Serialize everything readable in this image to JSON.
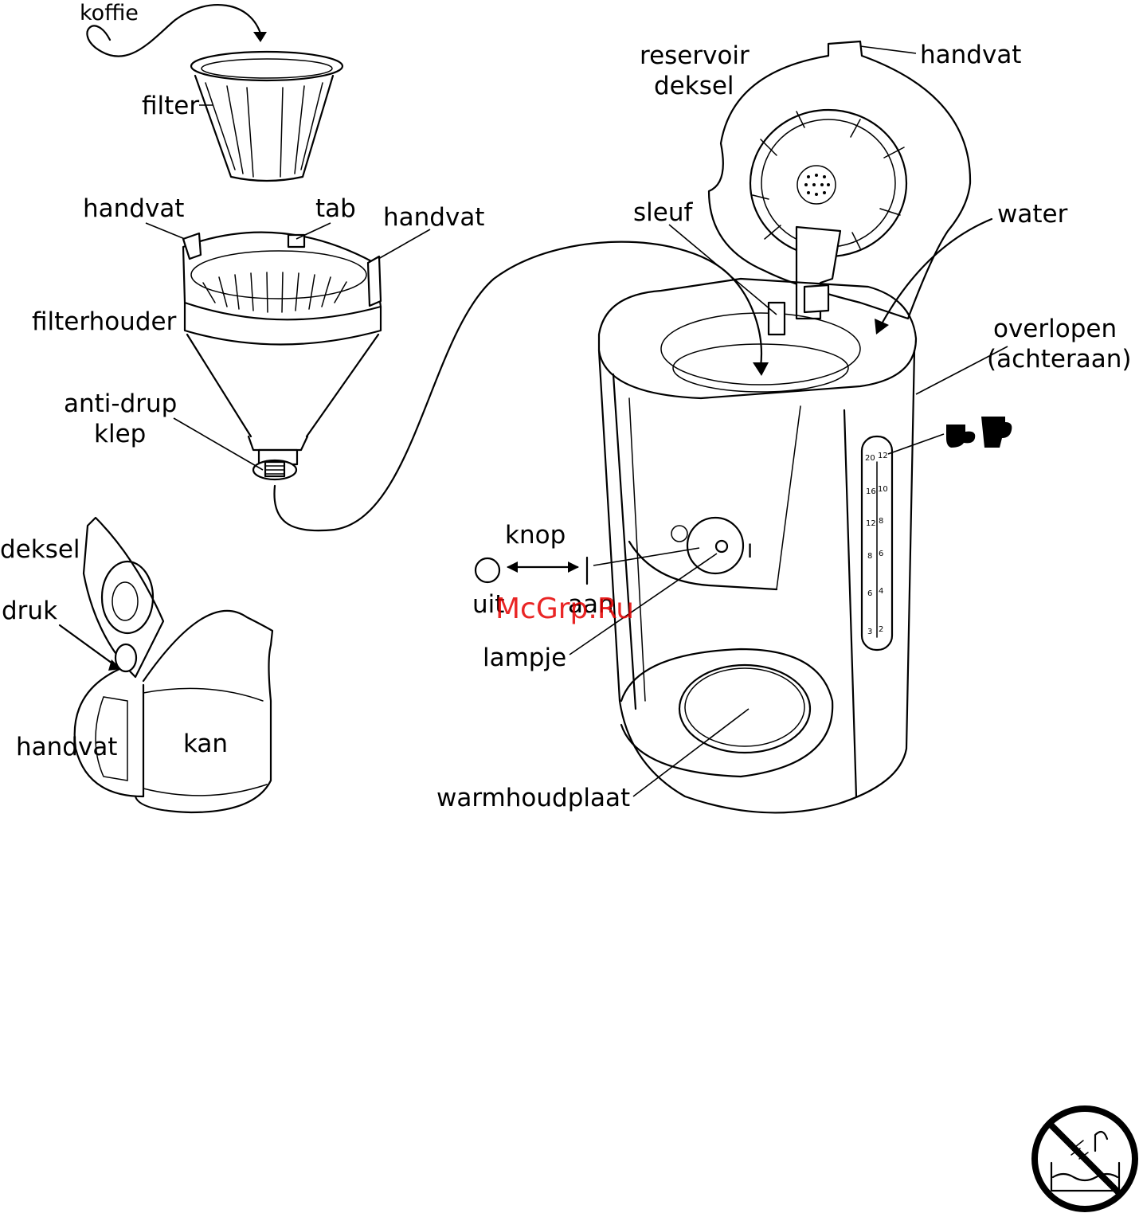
{
  "labels": {
    "koffie": "koffie",
    "filter": "filter",
    "handvat_left": "handvat",
    "tab": "tab",
    "handvat_right": "handvat",
    "filterhouder": "filterhouder",
    "anti_drup_line1": "anti-drup",
    "anti_drup_line2": "klep",
    "deksel": "deksel",
    "druk": "druk",
    "handvat_kan": "handvat",
    "kan": "kan",
    "reservoir_line1": "reservoir",
    "reservoir_line2": "deksel",
    "handvat_reservoir": "handvat",
    "sleuf": "sleuf",
    "water": "water",
    "overlopen_line1": "overlopen",
    "overlopen_line2": "(achteraan)",
    "knop": "knop",
    "uit": "uit",
    "aan": "aan",
    "lampje": "lampje",
    "warmhoudplaat": "warmhoudplaat",
    "switch_on_mark": "I"
  },
  "water_gauge": {
    "cups_large": [
      "20",
      "16",
      "12",
      "8",
      "6",
      "3"
    ],
    "cups_small": [
      "12",
      "10",
      "8",
      "6",
      "4",
      "2"
    ]
  },
  "watermark": "McGrp.Ru",
  "colors": {
    "line": "#000000",
    "watermark": "#e60000",
    "background": "#ffffff"
  },
  "icons": {
    "cup_small": "small-cup-icon",
    "cup_large": "large-cup-icon",
    "no_immersion": "no-immersion-warning-icon"
  }
}
